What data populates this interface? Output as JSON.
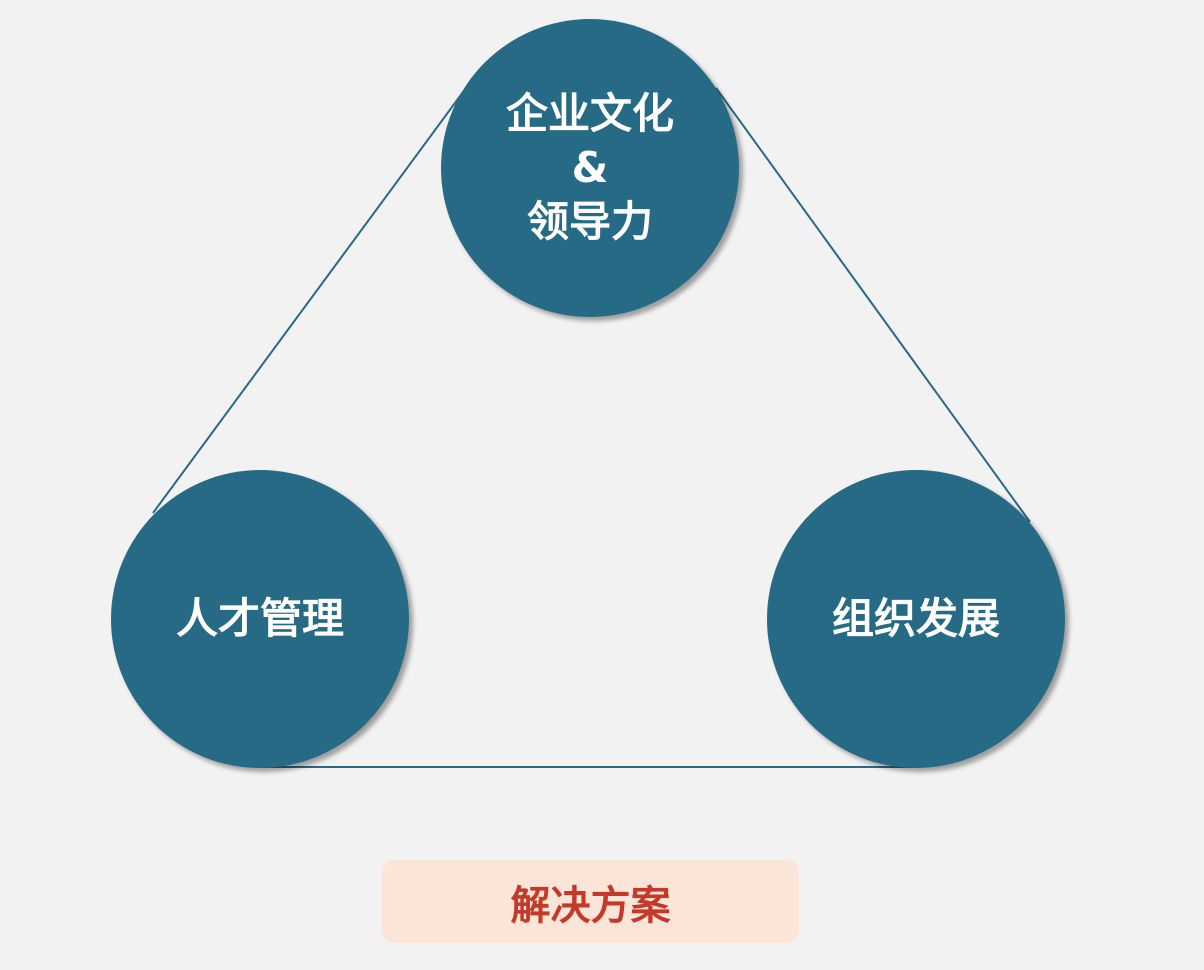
{
  "nodes": {
    "top": {
      "line1": "企业文化",
      "line2": "&",
      "line3": "领导力"
    },
    "left": {
      "label": "人才管理"
    },
    "right": {
      "label": "组织发展"
    }
  },
  "footer": {
    "label": "解决方案"
  },
  "colors": {
    "node": "#276a85",
    "line": "#276a85",
    "background": "#f2f2f2",
    "footer_bg": "#fbe5d8",
    "footer_text": "#c43a2a"
  }
}
